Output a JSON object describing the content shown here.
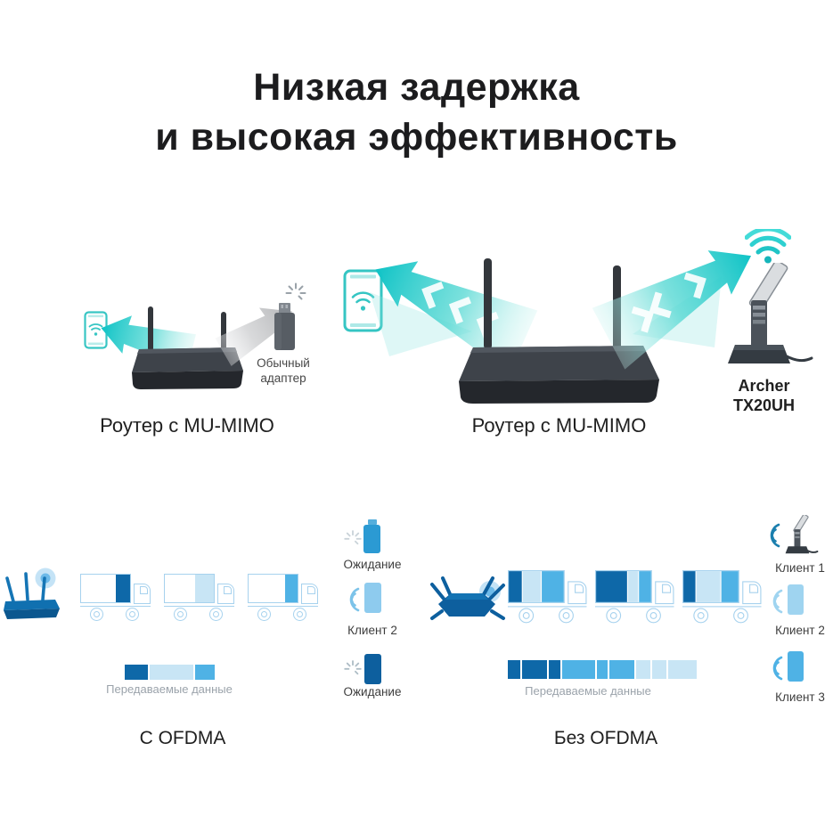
{
  "title": {
    "line1": "Низкая задержка",
    "line2": "и высокая эффективность"
  },
  "mu_mimo": {
    "left": {
      "caption": "Роутер с MU-MIMO",
      "adapter_label": [
        "Обычный",
        "адаптер"
      ]
    },
    "center": {
      "caption": "Роутер с MU-MIMO"
    },
    "right": {
      "device_name": [
        "Archer",
        "TX20UH"
      ]
    }
  },
  "ofdma": {
    "with": {
      "caption": "С OFDMA",
      "bar_label": "Передаваемые данные",
      "clients": [
        {
          "label": "Ожидание",
          "status": "waiting",
          "device_color": "#2b9ad3"
        },
        {
          "label": "Клиент 2",
          "status": "receiving",
          "device_color": "#8ecbee"
        },
        {
          "label": "Ожидание",
          "status": "waiting",
          "device_color": "#0d5f9e"
        }
      ],
      "trucks": [
        {
          "load": [
            {
              "color": "#0e68a8",
              "width": 30
            }
          ]
        },
        {
          "load": [
            {
              "color": "#c8e5f5",
              "width": 38
            }
          ]
        },
        {
          "load": [
            {
              "color": "#4fb2e5",
              "width": 25
            }
          ]
        }
      ],
      "bar_segments": [
        {
          "color": "#0e68a8",
          "width": 27
        },
        {
          "color": "#c8e5f5",
          "width": 50
        },
        {
          "color": "#4fb2e5",
          "width": 23
        }
      ]
    },
    "without": {
      "caption": "Без OFDMA",
      "bar_label": "Передаваемые данные",
      "clients": [
        {
          "label": "Клиент 1",
          "status": "receiving",
          "device_color": "#3b4046"
        },
        {
          "label": "Клиент 2",
          "status": "receiving",
          "device_color": "#9fd4f0"
        },
        {
          "label": "Клиент 3",
          "status": "receiving",
          "device_color": "#4fb2e5"
        }
      ],
      "trucks": [
        {
          "load": [
            {
              "color": "#0e68a8",
              "width": 24
            },
            {
              "color": "#c8e5f5",
              "width": 34
            },
            {
              "color": "#4fb2e5",
              "width": 42
            }
          ]
        },
        {
          "load": [
            {
              "color": "#0e68a8",
              "width": 58
            },
            {
              "color": "#c8e5f5",
              "width": 20
            },
            {
              "color": "#4fb2e5",
              "width": 22
            }
          ]
        },
        {
          "load": [
            {
              "color": "#0e68a8",
              "width": 23
            },
            {
              "color": "#c8e5f5",
              "width": 44
            },
            {
              "color": "#4fb2e5",
              "width": 33
            }
          ]
        }
      ],
      "bar_segments": [
        {
          "color": "#0e68a8",
          "width": 13
        },
        {
          "color": "#0e68a8",
          "width": 26
        },
        {
          "color": "#0e68a8",
          "width": 13
        },
        {
          "color": "#4fb2e5",
          "width": 34
        },
        {
          "color": "#4fb2e5",
          "width": 12
        },
        {
          "color": "#4fb2e5",
          "width": 26
        },
        {
          "color": "#c8e5f5",
          "width": 15
        },
        {
          "color": "#c8e5f5",
          "width": 15
        },
        {
          "color": "#c8e5f5",
          "width": 30
        }
      ]
    }
  },
  "colors": {
    "teal": "#1ec7c7",
    "dark_blue": "#0e68a8",
    "sky_blue": "#4fb2e5",
    "pale_blue": "#c8e5f5",
    "truck_outline": "#a7d2ee",
    "gray_arrow": "#bcbdbf",
    "text_dark": "#1c1c1e",
    "text_gray": "#9ba3ab"
  }
}
